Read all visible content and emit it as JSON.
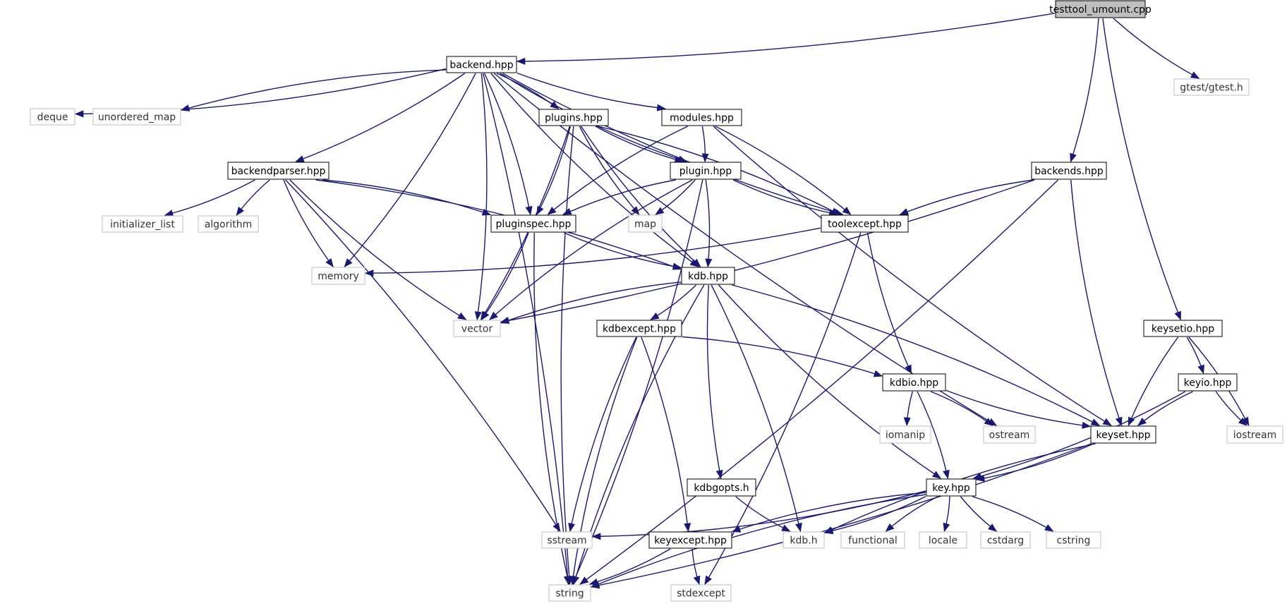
{
  "graph": {
    "colors": {
      "edge": "#191970",
      "user_border": "#000000",
      "sys_border": "#bfbfbf",
      "root_fill": "#bfbfbf",
      "user_text": "#000000",
      "sys_text": "#333333"
    },
    "nodes": [
      {
        "id": "testtool_umount",
        "label": "testtool_umount.cpp",
        "kind": "root"
      },
      {
        "id": "backend",
        "label": "backend.hpp",
        "kind": "user"
      },
      {
        "id": "gtest",
        "label": "gtest/gtest.h",
        "kind": "system"
      },
      {
        "id": "deque",
        "label": "deque",
        "kind": "system"
      },
      {
        "id": "unordered_map",
        "label": "unordered_map",
        "kind": "system"
      },
      {
        "id": "plugins",
        "label": "plugins.hpp",
        "kind": "user"
      },
      {
        "id": "modules",
        "label": "modules.hpp",
        "kind": "user"
      },
      {
        "id": "backendparser",
        "label": "backendparser.hpp",
        "kind": "user"
      },
      {
        "id": "plugin",
        "label": "plugin.hpp",
        "kind": "user"
      },
      {
        "id": "backends",
        "label": "backends.hpp",
        "kind": "user"
      },
      {
        "id": "initializer_list",
        "label": "initializer_list",
        "kind": "system"
      },
      {
        "id": "algorithm",
        "label": "algorithm",
        "kind": "system"
      },
      {
        "id": "pluginspec",
        "label": "pluginspec.hpp",
        "kind": "user"
      },
      {
        "id": "map",
        "label": "map",
        "kind": "system"
      },
      {
        "id": "toolexcept",
        "label": "toolexcept.hpp",
        "kind": "user"
      },
      {
        "id": "memory",
        "label": "memory",
        "kind": "system"
      },
      {
        "id": "kdb",
        "label": "kdb.hpp",
        "kind": "user"
      },
      {
        "id": "vector",
        "label": "vector",
        "kind": "system"
      },
      {
        "id": "kdbexcept",
        "label": "kdbexcept.hpp",
        "kind": "user"
      },
      {
        "id": "keysetio",
        "label": "keysetio.hpp",
        "kind": "user"
      },
      {
        "id": "kdbio",
        "label": "kdbio.hpp",
        "kind": "user"
      },
      {
        "id": "keyio",
        "label": "keyio.hpp",
        "kind": "user"
      },
      {
        "id": "iomanip",
        "label": "iomanip",
        "kind": "system"
      },
      {
        "id": "ostream",
        "label": "ostream",
        "kind": "system"
      },
      {
        "id": "keyset",
        "label": "keyset.hpp",
        "kind": "user"
      },
      {
        "id": "iostream",
        "label": "iostream",
        "kind": "system"
      },
      {
        "id": "kdbgopts",
        "label": "kdbgopts.h",
        "kind": "user"
      },
      {
        "id": "key",
        "label": "key.hpp",
        "kind": "user"
      },
      {
        "id": "sstream",
        "label": "sstream",
        "kind": "system"
      },
      {
        "id": "keyexcept",
        "label": "keyexcept.hpp",
        "kind": "user"
      },
      {
        "id": "kdb_h",
        "label": "kdb.h",
        "kind": "system"
      },
      {
        "id": "functional",
        "label": "functional",
        "kind": "system"
      },
      {
        "id": "locale",
        "label": "locale",
        "kind": "system"
      },
      {
        "id": "cstdarg",
        "label": "cstdarg",
        "kind": "system"
      },
      {
        "id": "cstring",
        "label": "cstring",
        "kind": "system"
      },
      {
        "id": "string",
        "label": "string",
        "kind": "system"
      },
      {
        "id": "stdexcept",
        "label": "stdexcept",
        "kind": "system"
      }
    ],
    "edges": [
      [
        "testtool_umount",
        "backend"
      ],
      [
        "testtool_umount",
        "gtest"
      ],
      [
        "testtool_umount",
        "backends"
      ],
      [
        "testtool_umount",
        "keysetio"
      ],
      [
        "backend",
        "deque"
      ],
      [
        "backend",
        "unordered_map"
      ],
      [
        "backend",
        "plugins"
      ],
      [
        "backend",
        "modules"
      ],
      [
        "backend",
        "backendparser"
      ],
      [
        "backend",
        "plugin"
      ],
      [
        "backend",
        "pluginspec"
      ],
      [
        "backend",
        "toolexcept"
      ],
      [
        "backend",
        "memory"
      ],
      [
        "backend",
        "kdb"
      ],
      [
        "backend",
        "vector"
      ],
      [
        "backend",
        "ostream"
      ],
      [
        "backend",
        "string"
      ],
      [
        "plugins",
        "plugin"
      ],
      [
        "plugins",
        "pluginspec"
      ],
      [
        "plugins",
        "map"
      ],
      [
        "plugins",
        "toolexcept"
      ],
      [
        "plugins",
        "kdb"
      ],
      [
        "plugins",
        "vector"
      ],
      [
        "plugins",
        "string"
      ],
      [
        "modules",
        "plugin"
      ],
      [
        "modules",
        "pluginspec"
      ],
      [
        "modules",
        "toolexcept"
      ],
      [
        "modules",
        "keyset"
      ],
      [
        "backendparser",
        "initializer_list"
      ],
      [
        "backendparser",
        "algorithm"
      ],
      [
        "backendparser",
        "pluginspec"
      ],
      [
        "backendparser",
        "memory"
      ],
      [
        "backendparser",
        "kdb"
      ],
      [
        "backendparser",
        "vector"
      ],
      [
        "backendparser",
        "sstream"
      ],
      [
        "plugin",
        "pluginspec"
      ],
      [
        "plugin",
        "map"
      ],
      [
        "plugin",
        "toolexcept"
      ],
      [
        "plugin",
        "kdb"
      ],
      [
        "plugin",
        "vector"
      ],
      [
        "plugin",
        "string"
      ],
      [
        "backends",
        "toolexcept"
      ],
      [
        "backends",
        "vector"
      ],
      [
        "backends",
        "keyset"
      ],
      [
        "backends",
        "string"
      ],
      [
        "pluginspec",
        "kdb"
      ],
      [
        "pluginspec",
        "vector"
      ],
      [
        "pluginspec",
        "string"
      ],
      [
        "toolexcept",
        "memory"
      ],
      [
        "toolexcept",
        "kdbio"
      ],
      [
        "toolexcept",
        "stdexcept"
      ],
      [
        "kdb",
        "vector"
      ],
      [
        "kdb",
        "kdbexcept"
      ],
      [
        "kdb",
        "kdbgopts"
      ],
      [
        "kdb",
        "kdb_h"
      ],
      [
        "kdb",
        "key"
      ],
      [
        "kdb",
        "keyset"
      ],
      [
        "kdb",
        "string"
      ],
      [
        "kdbexcept",
        "kdbio"
      ],
      [
        "kdbexcept",
        "sstream"
      ],
      [
        "kdbexcept",
        "keyexcept"
      ],
      [
        "kdbexcept",
        "string"
      ],
      [
        "keysetio",
        "keyio"
      ],
      [
        "keysetio",
        "keyset"
      ],
      [
        "keysetio",
        "iostream"
      ],
      [
        "kdbio",
        "iomanip"
      ],
      [
        "kdbio",
        "ostream"
      ],
      [
        "kdbio",
        "keyset"
      ],
      [
        "kdbio",
        "key"
      ],
      [
        "keyio",
        "keyset"
      ],
      [
        "keyio",
        "key"
      ],
      [
        "keyio",
        "iostream"
      ],
      [
        "keyset",
        "key"
      ],
      [
        "keyset",
        "kdb_h"
      ],
      [
        "keyset",
        "string"
      ],
      [
        "kdbgopts",
        "kdb_h"
      ],
      [
        "key",
        "sstream"
      ],
      [
        "key",
        "keyexcept"
      ],
      [
        "key",
        "kdb_h"
      ],
      [
        "key",
        "functional"
      ],
      [
        "key",
        "locale"
      ],
      [
        "key",
        "cstdarg"
      ],
      [
        "key",
        "cstring"
      ],
      [
        "key",
        "string"
      ],
      [
        "keyexcept",
        "string"
      ],
      [
        "keyexcept",
        "stdexcept"
      ]
    ]
  }
}
